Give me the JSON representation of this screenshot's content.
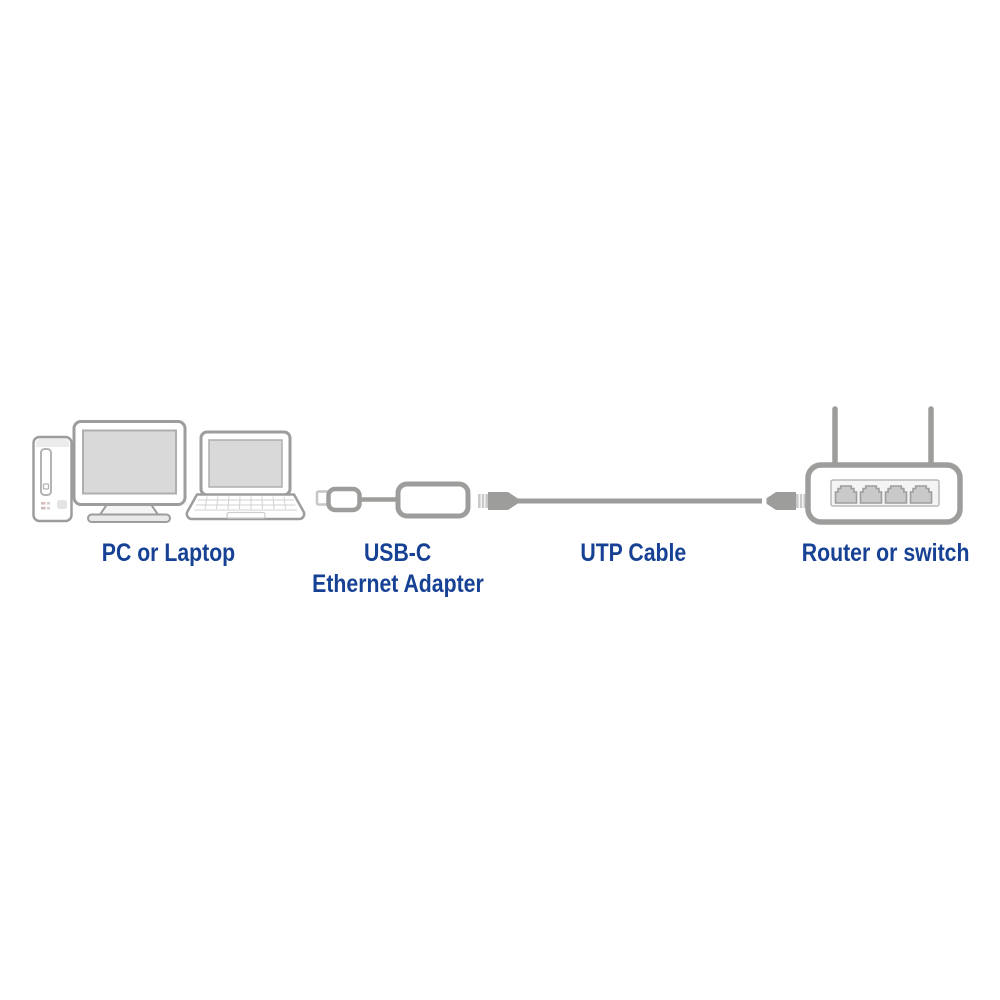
{
  "page": {
    "background": "#ffffff"
  },
  "diagram": {
    "colors": {
      "label_text": "#164194",
      "line_gray": "#9d9d9c",
      "screen_gray": "#d9d9d9"
    },
    "nodes": [
      {
        "id": "pc",
        "label": "PC or Laptop",
        "icons": [
          "pc-tower-icon",
          "monitor-icon",
          "laptop-icon"
        ]
      },
      {
        "id": "adapter",
        "label_line1": "USB-C",
        "label_line2": "Ethernet Adapter",
        "icons": [
          "usb-c-ethernet-adapter-icon"
        ]
      },
      {
        "id": "cable",
        "label": "UTP Cable",
        "icons": [
          "utp-cable-icon"
        ]
      },
      {
        "id": "router",
        "label": "Router or switch",
        "icons": [
          "router-icon"
        ]
      }
    ]
  }
}
